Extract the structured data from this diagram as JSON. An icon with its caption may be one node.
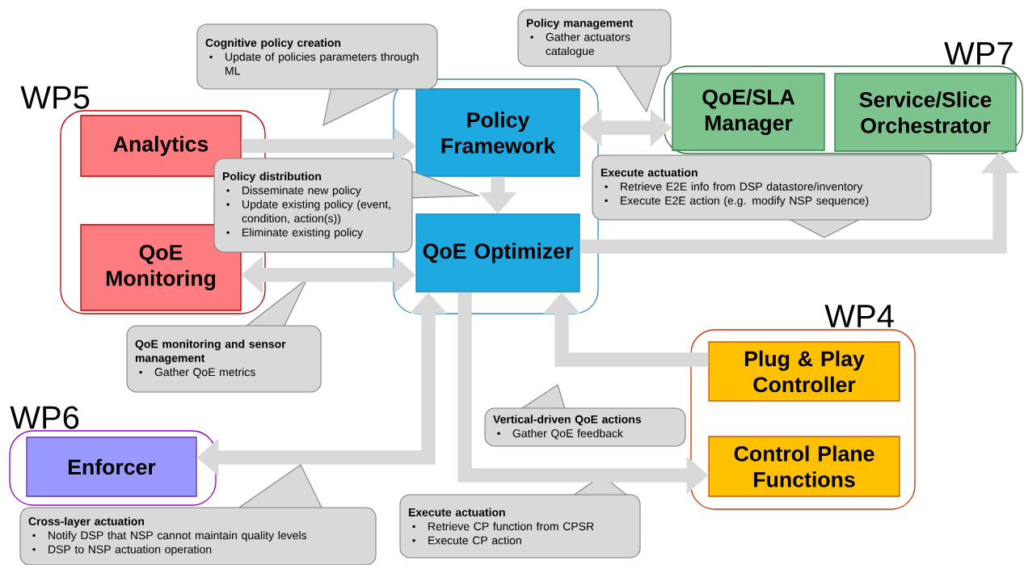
{
  "diagram": {
    "nodes": [
      {
        "text": [
          "WP5"
        ]
      },
      {
        "text": [
          "Analytics"
        ],
        "in": 0
      },
      {
        "text": [
          "QoE Monitoring"
        ],
        "in": 0
      },
      {
        "text": [],
        "shape": "box"
      },
      {
        "text": [
          "Policy Framework"
        ],
        "in": 3
      },
      {
        "text": [
          "QoE Optimizer"
        ],
        "in": 3
      },
      {
        "text": [
          "WP7"
        ]
      },
      {
        "text": [
          "QoE/SLA Manager"
        ],
        "in": 6
      },
      {
        "text": [
          "Service/Slice Orchestrator"
        ],
        "in": 6
      },
      {
        "text": [
          "WP4"
        ]
      },
      {
        "text": [
          "Plug & Play Controller"
        ],
        "in": 9
      },
      {
        "text": [
          "Control Plane Functions"
        ],
        "in": 9
      },
      {
        "text": [
          "WP6"
        ]
      },
      {
        "text": [
          "Enforcer"
        ],
        "in": 12
      },
      {
        "text": [
          "Cognitive policy creation",
          "Update of policies parameters through ML"
        ]
      },
      {
        "text": [
          "Policy management",
          "Gather actuators catalogue"
        ]
      },
      {
        "text": [
          "Policy distribution",
          "Disseminate new policy",
          "Update existing policy (event, condition, action(s))",
          "Eliminate existing policy"
        ]
      },
      {
        "text": [
          "Execute actuation",
          "Retrieve E2E info from DSP datastore/inventory",
          "Execute E2E action (e.g. modify NSP sequence)"
        ]
      },
      {
        "text": [
          "QoE monitoring and sensor management",
          "Gather QoE metrics"
        ]
      },
      {
        "text": [
          "Vertical-driven QoE actions",
          "Gather QoE feedback"
        ]
      },
      {
        "text": [
          "Cross-layer actuation",
          "Notify DSP that NSP cannot maintain quality levels",
          "DSP to NSP actuation operation"
        ]
      },
      {
        "text": [
          "Execute actuation",
          "Retrieve CP function from CPSR",
          "Execute CP action"
        ]
      }
    ],
    "edges": [
      {
        "from": 1,
        "to": 4,
        "arrow": "to"
      },
      {
        "from": 4,
        "to": 7,
        "arrow": "both"
      },
      {
        "from": 4,
        "to": 5,
        "arrow": "to"
      },
      {
        "from": 2,
        "to": 5,
        "arrow": "both"
      },
      {
        "from": 5,
        "to": 8,
        "arrow": "to"
      },
      {
        "from": 13,
        "to": 5,
        "arrow": "both"
      },
      {
        "from": 5,
        "to": 11,
        "arrow": "to"
      },
      {
        "from": 10,
        "to": 5,
        "arrow": "to"
      }
    ]
  }
}
